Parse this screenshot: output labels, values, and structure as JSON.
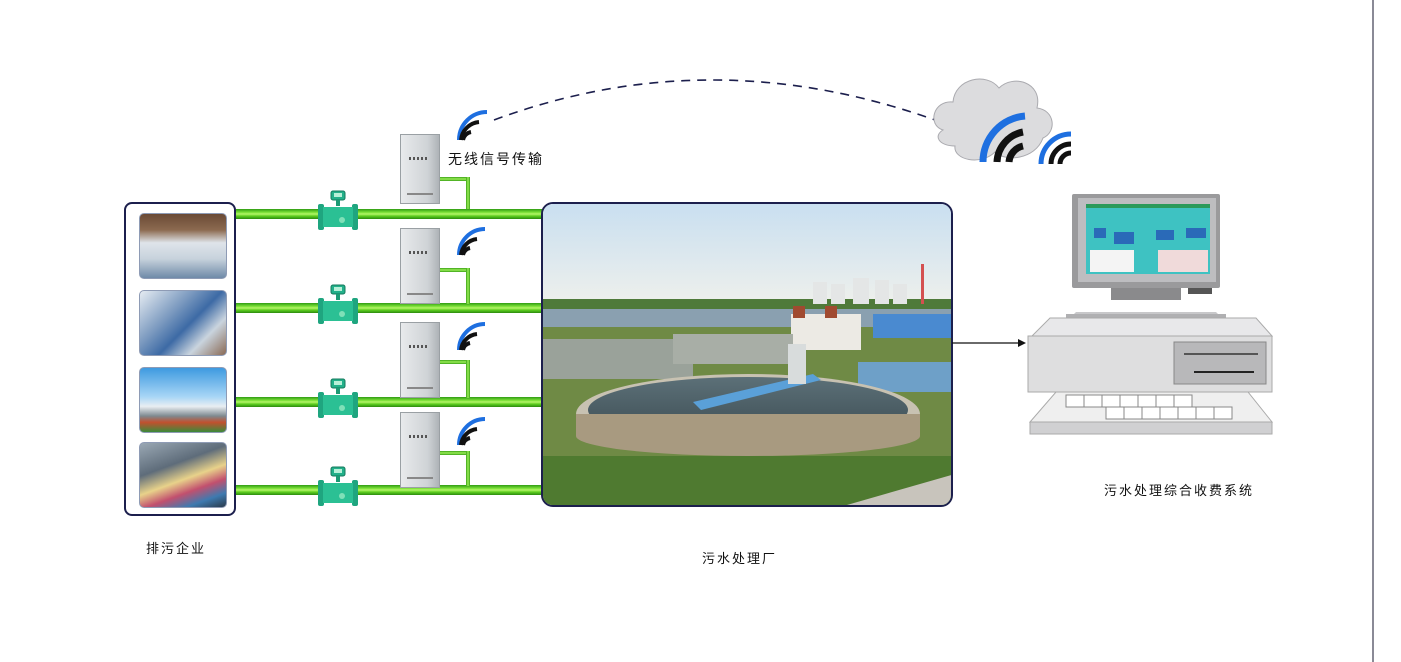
{
  "labels": {
    "wireless": "无线信号传输",
    "enterprises": "排污企业",
    "plant": "污水处理厂",
    "billing_system": "污水处理综合收费系统"
  },
  "icons": {
    "wifi": "wifi-signal-icon",
    "cloud": "cloud-icon",
    "flowmeter": "flowmeter-icon",
    "cabinet": "control-cabinet-icon",
    "computer": "computer-icon"
  },
  "colors": {
    "pipe_green": "#5fcf20",
    "signal_blue": "#1e6fe0",
    "border_navy": "#1c1f4d",
    "meter_teal": "#23b08a"
  },
  "enterprises": [
    {
      "type": "textile-workshop"
    },
    {
      "type": "paper-mill"
    },
    {
      "type": "power-plant"
    },
    {
      "type": "dye-factory"
    }
  ],
  "pipelines": [
    {
      "id": 1
    },
    {
      "id": 2
    },
    {
      "id": 3
    },
    {
      "id": 4
    }
  ]
}
